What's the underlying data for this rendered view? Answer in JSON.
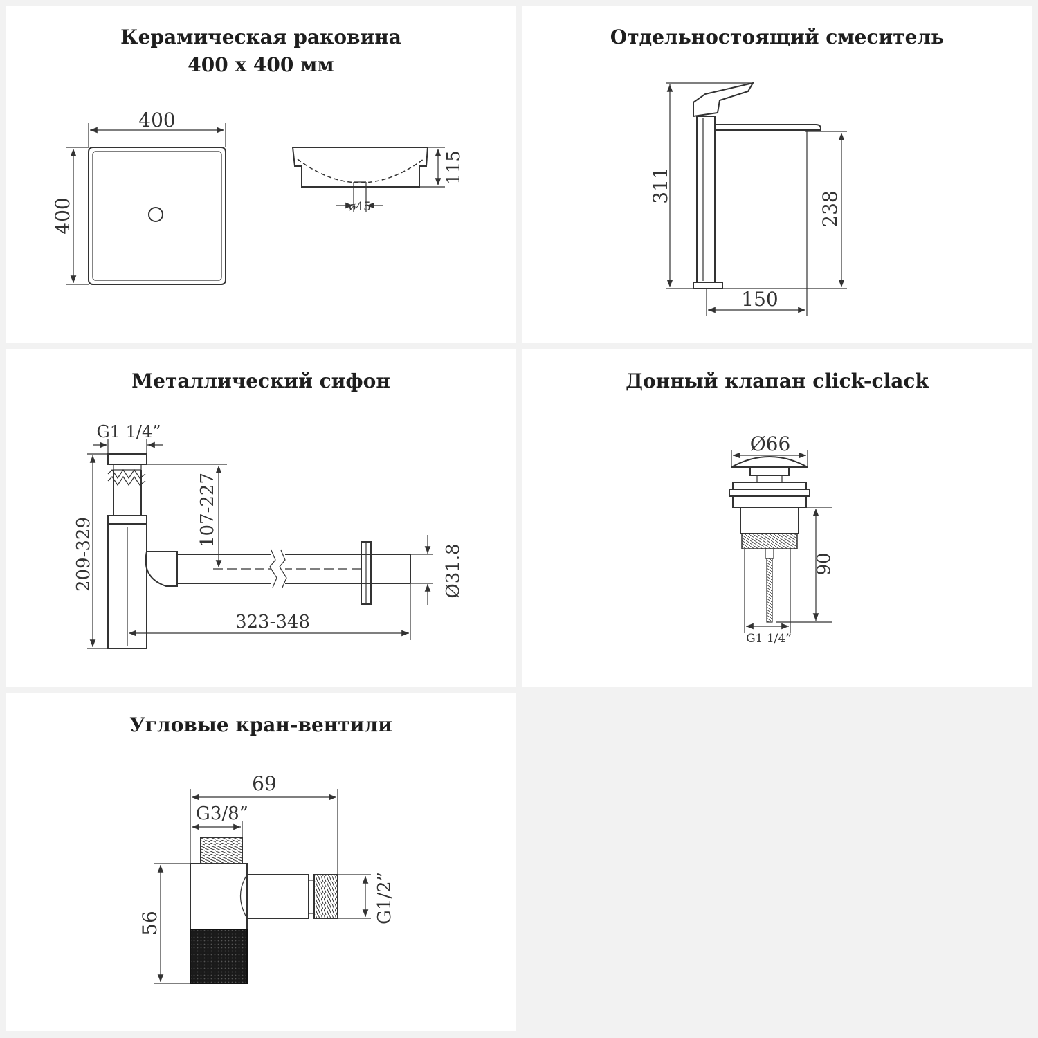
{
  "panels": {
    "sink": {
      "title_line1": "Керамическая раковина",
      "title_line2": "400 х 400 мм",
      "dim_width": "400",
      "dim_height": "400",
      "dim_depth": "115",
      "dim_drain": "ø45"
    },
    "mixer": {
      "title": "Отдельностоящий смеситель",
      "dim_total_height": "311",
      "dim_spout_height": "238",
      "dim_spout_reach": "150"
    },
    "siphon": {
      "title": "Металлический сифон",
      "dim_thread": "G1 1/4”",
      "dim_height": "209-329",
      "dim_inlet": "107-227",
      "dim_length": "323-348",
      "dim_diameter": "Ø31.8"
    },
    "valve": {
      "title": "Донный клапан click-clack",
      "dim_diameter": "Ø66",
      "dim_height": "90",
      "dim_thread": "G1 1/4”"
    },
    "angle_valve": {
      "title": "Угловые кран-вентили",
      "dim_length": "69",
      "dim_inlet_thread": "G3/8”",
      "dim_height": "56",
      "dim_outlet_thread": "G1/2”"
    }
  },
  "colors": {
    "background": "#f2f2f2",
    "panel": "#ffffff",
    "line": "#333333",
    "knurl": "#1a1a1a"
  }
}
